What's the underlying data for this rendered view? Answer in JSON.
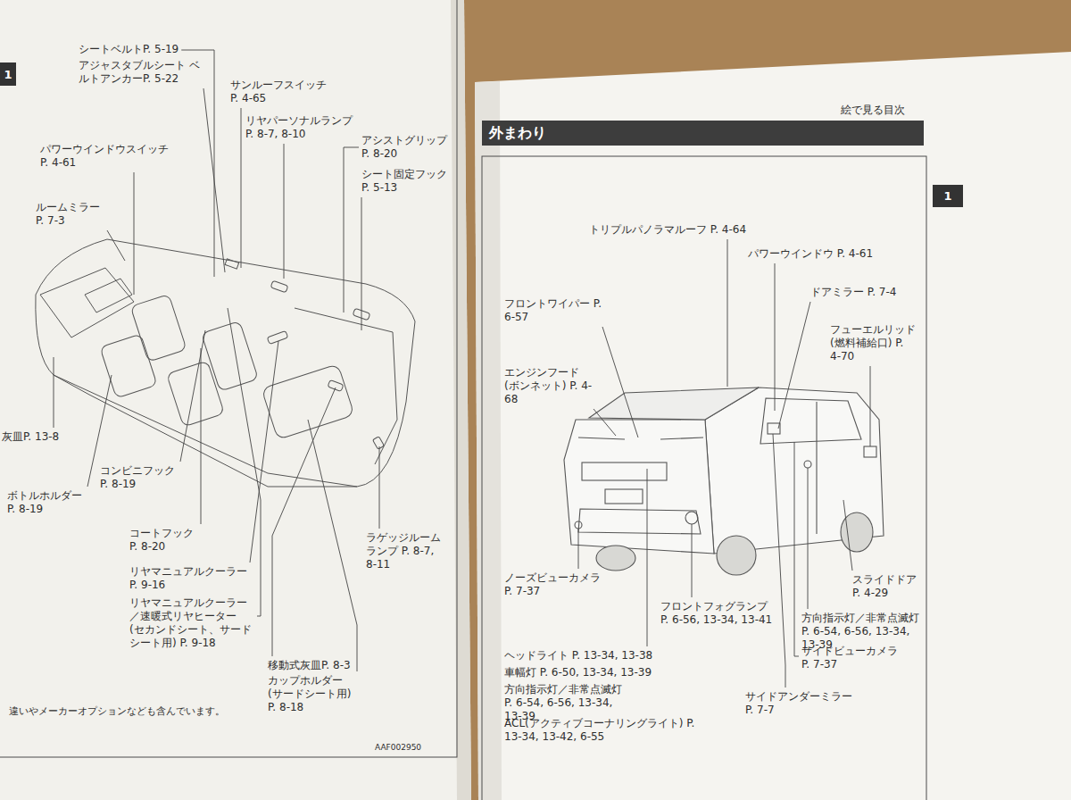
{
  "diagram": {
    "nodes": [
      {
        "text": [
          "1"
        ]
      },
      {
        "text": [
          "外まわり"
        ]
      },
      {
        "text": [
          "1"
        ]
      }
    ],
    "labels": [
      "シートベルトP. 5-19",
      "アジャスタブルシート ベルトアンカーP. 5-22",
      "サンルーフスイッチ P. 4-65",
      "リヤパーソナルランプ P. 8-7, 8-10",
      "アシストグリップ P. 8-20",
      "シート固定フック P. 5-13",
      "パワーウインドウスイッチ P. 4-61",
      "ルームミラー P. 7-3",
      "灰皿P. 13-8",
      "コンビニフック P. 8-19",
      "ボトルホルダー P. 8-19",
      "コートフック P. 8-20",
      "リヤマニュアルクーラー P. 9-16",
      "リヤマニュアルクーラー ／速暖式リヤヒーター (セカンドシート、サードシート用) P. 9-18",
      "移動式灰皿P. 8-3",
      "カップホルダー (サードシート用) P. 8-18",
      "ラゲッジルーム ランプ P. 8-7, 8-11",
      "違いやメーカーオプションなども含んでいます。",
      "AAF002950",
      "絵で見る目次",
      "トリプルパノラマルーフ P. 4-64",
      "パワーウインドウ P. 4-61",
      "ドアミラー P. 7-4",
      "フューエルリッド (燃料補給口) P. 4-70",
      "フロントワイパー P. 6-57",
      "エンジンフード (ボンネット) P. 4-68",
      "スライドドア P. 4-29",
      "ノーズビューカメラ P. 7-37",
      "フロントフォグランプ P. 6-56, 13-34, 13-41",
      "方向指示灯／非常点滅灯 P. 6-54, 6-56, 13-34, 13-39",
      "サイドビューカメラ P. 7-37",
      "ヘッドライト P. 13-34, 13-38",
      "車幅灯 P. 6-50, 13-34, 13-39",
      "方向指示灯／非常点滅灯 P. 6-54, 6-56, 13-34, 13-39",
      "ACL(アクティブコーナリングライト) P. 13-34, 13-42, 6-55",
      "サイドアンダーミラー P. 7-7"
    ]
  }
}
